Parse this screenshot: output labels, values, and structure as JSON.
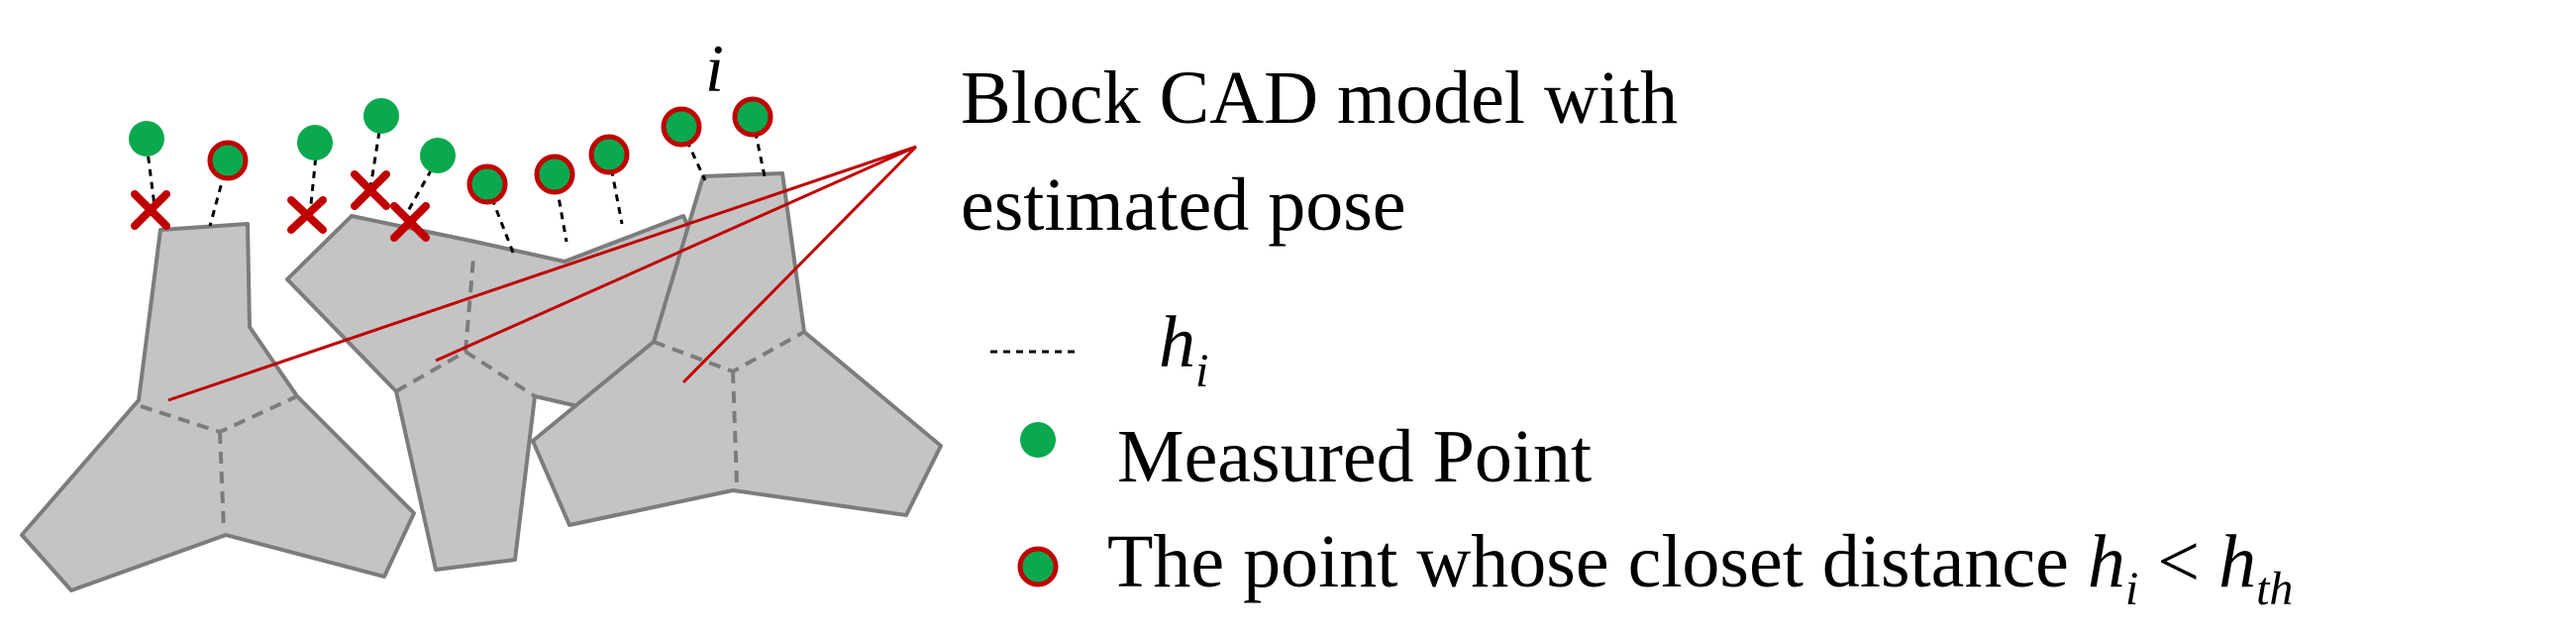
{
  "figure": {
    "point_index_label": "i",
    "block_label_line1": "Block CAD model with",
    "block_label_line2": "estimated pose",
    "legend": {
      "distance_symbol": "h",
      "distance_subscript": "i",
      "measured_point": "Measured Point",
      "inlier_text": "The point whose closet distance ",
      "inlier_h": "h",
      "inlier_h_sub": "i",
      "inlier_lt": " < ",
      "inlier_hth": "h",
      "inlier_hth_sub": "th"
    },
    "colors": {
      "measured_point": "#0aa84f",
      "inlier_outline": "#c00000",
      "rejected_mark": "#c00000",
      "block_fill": "#c4c4c4",
      "block_stroke": "#7c7c7c",
      "pointer": "#c00000"
    }
  }
}
